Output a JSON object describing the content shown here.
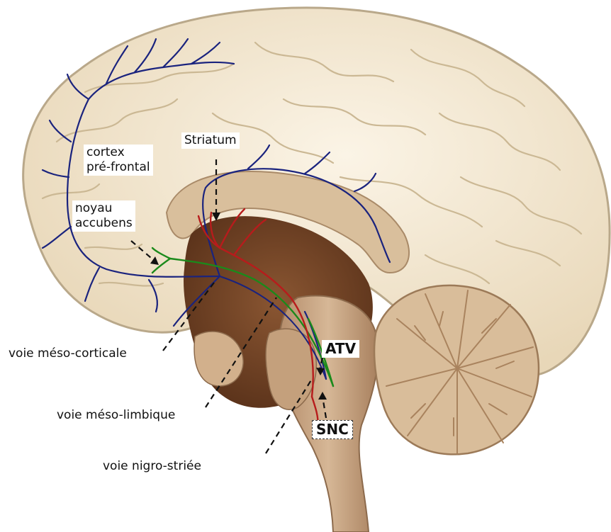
{
  "labels": {
    "cortex_line1": "cortex",
    "cortex_line2": "pré-frontal",
    "striatum": "Striatum",
    "noyau_line1": "noyau",
    "noyau_line2": "accubens",
    "meso_corticale": "voie méso-corticale",
    "meso_limbique": "voie méso-limbique",
    "nigro_striee": "voie nigro-striée",
    "atv": "ATV",
    "snc": "SNC"
  },
  "colors": {
    "meso_corticale_pathway": "#1a237e",
    "meso_limbique_pathway": "#1b8a1b",
    "nigro_striee_pathway": "#b71c1c",
    "cortex_fill": "#f4ead6",
    "cortex_outline": "#b9a88a",
    "brainstem_fill": "#cba98a",
    "deep_fill": "#7a4a2a"
  }
}
